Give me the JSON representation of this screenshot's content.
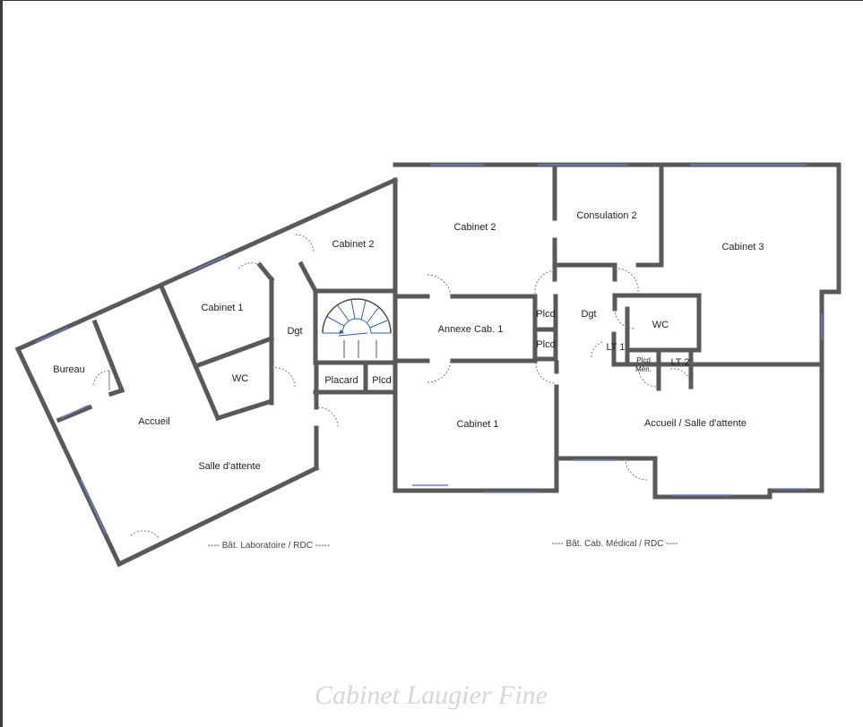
{
  "rooms": {
    "bureau": "Bureau",
    "accueil_labo": "Accueil",
    "salle_attente_labo": "Salle d'attente",
    "cabinet1_labo": "Cabinet 1",
    "wc_labo": "WC",
    "dgt_labo": "Dgt",
    "cabinet2_labo": "Cabinet 2",
    "placard": "Placard",
    "plcd_stair": "Plcd",
    "cabinet2_med": "Cabinet 2",
    "consultation2": "Consulation 2",
    "cabinet3": "Cabinet 3",
    "annexe": "Annexe Cab. 1",
    "plcd_a": "Plcd",
    "plcd_b": "Plcd",
    "dgt_med": "Dgt",
    "wc_med": "WC",
    "lt1": "LT 1",
    "plcd_men_1": "Plcd",
    "plcd_men_2": "Mén.",
    "lt2": "LT 2",
    "cabinet1_med": "Cabinet 1",
    "accueil_med": "Accueil / Salle d'attente"
  },
  "captions": {
    "labo": "----  Bât. Laboratoire / RDC  -----",
    "medical": "----  Bât. Cab. Médical / RDC  ----"
  },
  "watermark": "Cabinet Laugier Fine",
  "colors": {
    "wall": "#595959",
    "window": "#6a7fc9",
    "door": "#777777",
    "stair": "#2f5fa8"
  }
}
